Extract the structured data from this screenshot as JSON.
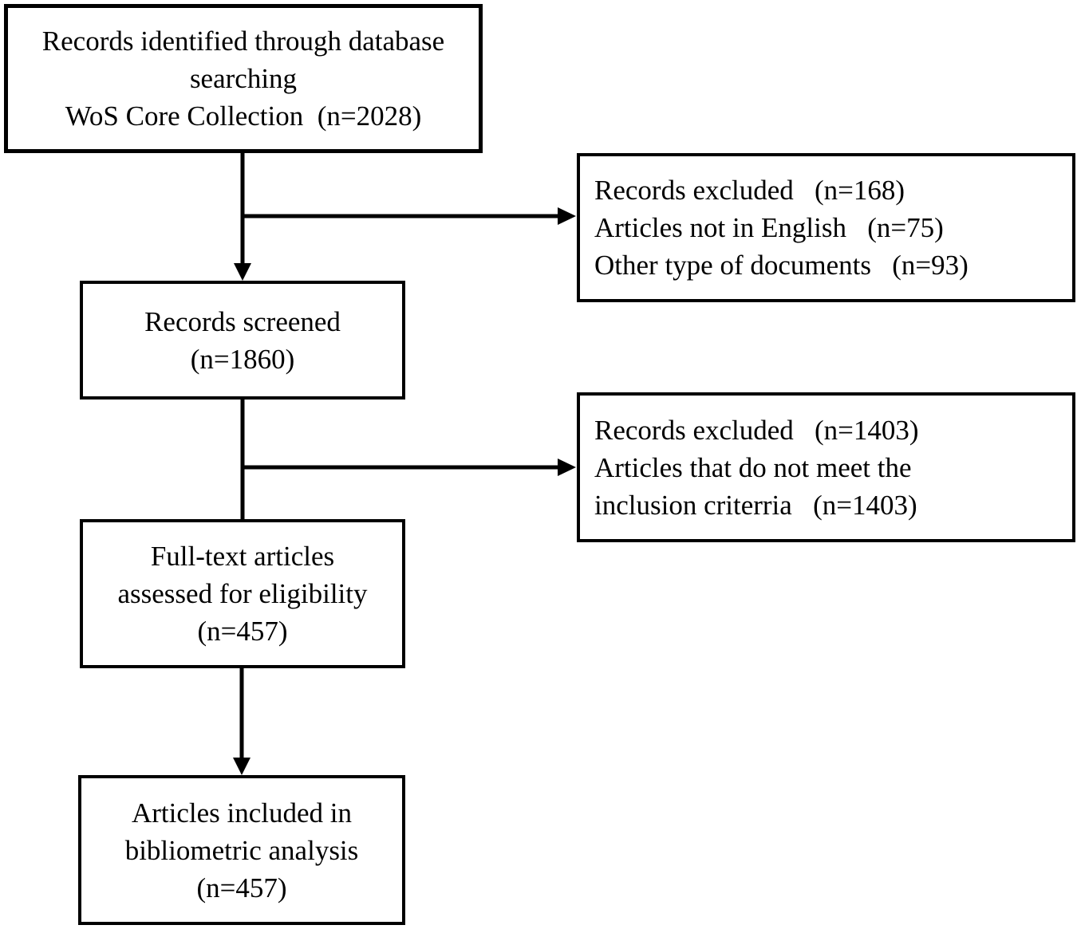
{
  "flowchart": {
    "kind": "prisma-flow-diagram",
    "colors": {
      "background": "#ffffff",
      "border": "#000000",
      "text": "#000000",
      "line": "#000000"
    },
    "nodes": {
      "identification": {
        "lines": [
          "Records identified through database",
          "searching",
          "WoS Core Collection  (n=2028)"
        ]
      },
      "excluded_screening": {
        "lines": [
          "Records excluded   (n=168)",
          "Articles not in English   (n=75)",
          "Other type of documents   (n=93)"
        ]
      },
      "screened": {
        "lines": [
          "Records screened",
          "(n=1860)"
        ]
      },
      "excluded_eligibility": {
        "lines": [
          "Records excluded   (n=1403)",
          "Articles that do not meet the",
          "inclusion criterria   (n=1403)"
        ]
      },
      "fulltext": {
        "lines": [
          "Full-text articles",
          "assessed for eligibility",
          "(n=457)"
        ]
      },
      "included": {
        "lines": [
          "Articles included in",
          "bibliometric analysis",
          "(n=457)"
        ]
      }
    },
    "edges": [
      {
        "from": "identification",
        "to": "screened",
        "arrowhead": true
      },
      {
        "from": "identification",
        "to": "excluded_screening",
        "arrowhead": true
      },
      {
        "from": "screened",
        "to": "fulltext",
        "arrowhead": false
      },
      {
        "from": "screened",
        "to": "excluded_eligibility",
        "arrowhead": true
      },
      {
        "from": "fulltext",
        "to": "included",
        "arrowhead": true
      }
    ]
  }
}
